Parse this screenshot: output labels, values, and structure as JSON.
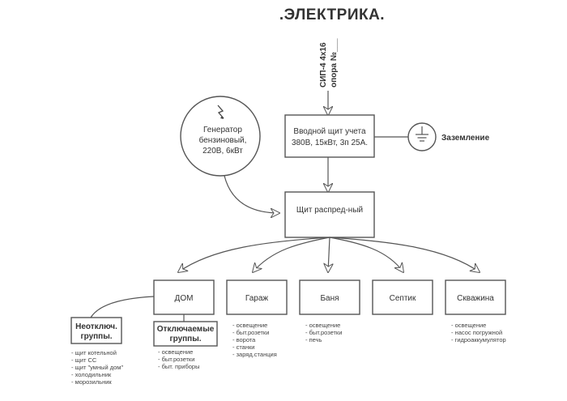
{
  "title": ".ЭЛЕКТРИКА.",
  "cable": {
    "line1": "СИП-4 4х16",
    "line2": "опора №___"
  },
  "generator": {
    "line1": "Генератор",
    "line2": "бензиновый,",
    "line3": "220В, 6кВт"
  },
  "input_panel": {
    "line1": "Вводной щит учета",
    "line2": "380В, 15кВт, 3п 25А."
  },
  "grounding": {
    "label": "Заземление"
  },
  "distribution": {
    "label": "Щит распред-ный"
  },
  "branches": [
    {
      "label": "ДОМ",
      "items": []
    },
    {
      "label": "Гараж",
      "items": [
        "- освещение",
        "- быт.розетки",
        "- ворота",
        "- станки",
        "- заряд.станция"
      ]
    },
    {
      "label": "Баня",
      "items": [
        "- освещение",
        "- быт.розетки",
        "- печь"
      ]
    },
    {
      "label": "Септик",
      "items": []
    },
    {
      "label": "Скважина",
      "items": [
        "- освещение",
        "- насос погружной",
        "- гидроаккумулятор"
      ]
    }
  ],
  "groups": [
    {
      "line1": "Неотключ.",
      "line2": "группы.",
      "items": [
        "- щит котельной",
        "- щит СС",
        "- щит \"умный дом\"",
        "- холодильник",
        "- морозильник"
      ]
    },
    {
      "line1": "Отключаемые",
      "line2": "группы.",
      "items": [
        "- освещение",
        "- быт.розетки",
        "- быт. приборы"
      ]
    }
  ]
}
